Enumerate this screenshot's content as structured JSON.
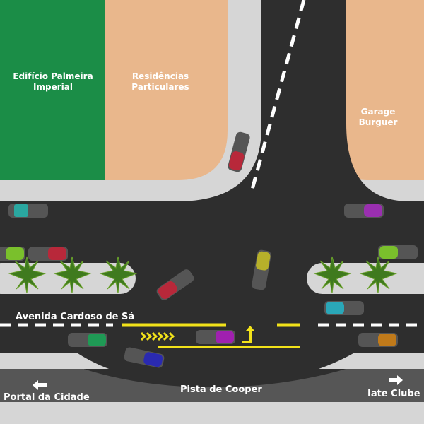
{
  "places": {
    "building_green": "Edifício Palmeira Imperial",
    "residences": "Residências Particulares",
    "garage": "Garage Burguer"
  },
  "streets": {
    "avenue": "Avenida Cardoso de Sá",
    "track": "Pista de Cooper"
  },
  "directions": {
    "left": "Portal da Cidade",
    "right": "Iate Clube"
  },
  "colors": {
    "green_block": "#1b8d47",
    "peach_block": "#e9b78c",
    "road": "#2e2e2e",
    "sidewalk": "#d5d5d5",
    "track": "#565656",
    "marking_yellow": "#f2e21a"
  }
}
